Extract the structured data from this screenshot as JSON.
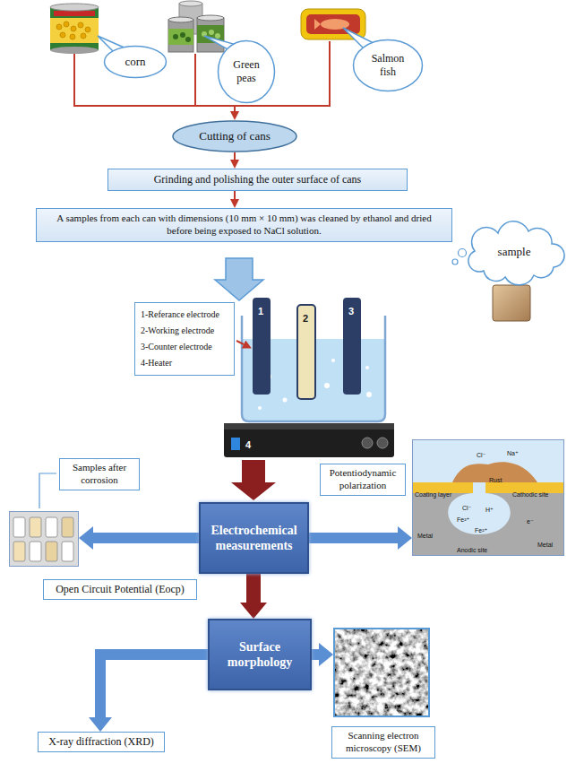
{
  "diagram": {
    "nodes": [
      {
        "text": [
          "corn"
        ]
      },
      {
        "text": [
          "Green peas"
        ]
      },
      {
        "text": [
          "Salmon fish"
        ]
      },
      {
        "text": [
          "Cutting of cans"
        ]
      },
      {
        "text": [
          "Grinding and polishing the outer surface of cans"
        ]
      },
      {
        "text": [
          "A samples from each can with dimensions (10 mm × 10 mm) was cleaned by ethanol and dried before being exposed to NaCl solution."
        ]
      },
      {
        "text": [
          "sample"
        ]
      },
      {
        "text": [
          "1-Referance electrode",
          "2-Working electrode",
          "3-Counter electrode",
          "4-Heater"
        ]
      },
      {
        "text": [
          "Samples after corrosion"
        ]
      },
      {
        "text": [
          "Potentiodynamic polarization"
        ]
      },
      {
        "text": [
          "Electrochemical measurements"
        ]
      },
      {
        "text": [
          "Open Circuit Potential (Eocp)"
        ]
      },
      {
        "text": [
          "Surface morphology"
        ]
      },
      {
        "text": [
          "X-ray diffraction (XRD)"
        ]
      },
      {
        "text": [
          "Scanning electron microscopy (SEM)"
        ]
      }
    ],
    "edges": [
      {
        "from": 3,
        "to": 4,
        "arrow": "to"
      },
      {
        "from": 4,
        "to": 5,
        "arrow": "to"
      },
      {
        "from": 10,
        "to": 8,
        "arrow": "to"
      },
      {
        "from": 10,
        "to": 9,
        "arrow": "to"
      },
      {
        "from": 10,
        "to": 12,
        "arrow": "to"
      },
      {
        "from": 12,
        "to": 13,
        "arrow": "to"
      },
      {
        "from": 12,
        "to": 14,
        "arrow": "to"
      }
    ],
    "labels": [
      "1",
      "2",
      "3",
      "4",
      "Cl⁻",
      "Na⁺",
      "Rust",
      "Coating layer",
      "Cathodic site",
      "Cl⁻",
      "H⁺",
      "Fe²⁺",
      "Fe²⁺",
      "Metal",
      "Metal",
      "Anodic site",
      "e⁻"
    ]
  }
}
